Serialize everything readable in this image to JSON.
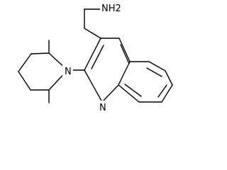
{
  "molecule": {
    "atom_labels": {
      "amine": "NH2",
      "piperidine_nitrogen": "N",
      "quinoline_nitrogen": "N"
    }
  }
}
